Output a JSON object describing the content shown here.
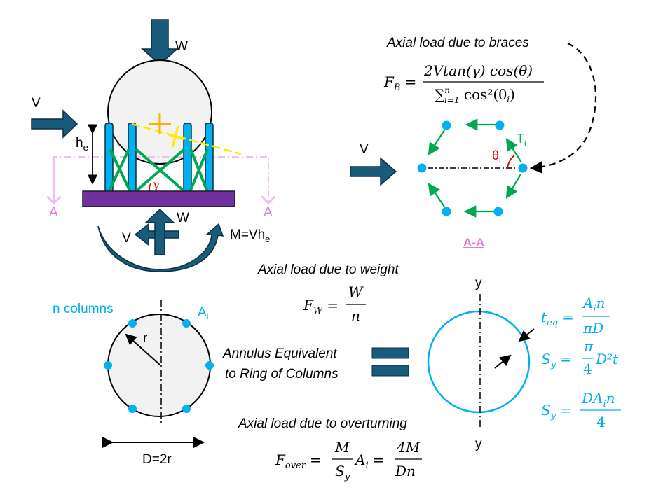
{
  "elevation": {
    "load_w_top": "W",
    "load_v_left": "V",
    "height_label": "h",
    "height_sub": "e",
    "gamma": "γ",
    "section_left": "A",
    "section_right": "A",
    "reaction_w": "W",
    "reaction_v": "V",
    "moment_label": "M=Vh",
    "moment_sub": "e"
  },
  "braces": {
    "caption": "Axial load due to braces",
    "lhs": "F",
    "lhs_sub": "B",
    "eq": "=",
    "numerator": "2Vtan(γ) cos(θ)",
    "den_sum": "∑",
    "den_sup": "n",
    "den_sub": "i=1",
    "den_body": " cos²(θ",
    "den_body_sub": "i",
    "den_close": ")"
  },
  "section_aa": {
    "load_v": "V",
    "theta": "θ",
    "theta_sub": "i",
    "tension": "T",
    "tension_sub": "i",
    "title": "A-A"
  },
  "weight": {
    "caption": "Axial load due to weight",
    "lhs": "F",
    "lhs_sub": "W",
    "eq": "=",
    "numerator": "W",
    "denominator": "n"
  },
  "plan": {
    "n_columns": "n columns",
    "area_label": "A",
    "area_sub": "i",
    "radius": "r",
    "diameter": "D=2r"
  },
  "annulus": {
    "line1": "Annulus Equivalent",
    "line2": "to Ring of Columns",
    "axis_top": "y",
    "axis_bottom": "y",
    "teq_lhs": "t",
    "teq_sub": "eq",
    "teq_num": "A",
    "teq_num_sub": "i",
    "teq_num_rest": "n",
    "teq_den": "πD",
    "sy1_lhs": "S",
    "sy1_sub": "y",
    "sy1_num": "π",
    "sy1_den": "4",
    "sy1_rest": "D²t",
    "sy2_lhs": "S",
    "sy2_sub": "y",
    "sy2_num": "DA",
    "sy2_num_sub": "i",
    "sy2_num_rest": "n",
    "sy2_den": "4"
  },
  "overturning": {
    "caption": "Axial load due to overturning",
    "lhs": "F",
    "lhs_sub": "over",
    "eq1": "=",
    "frac1_num": "M",
    "frac1_den": "S",
    "frac1_den_sub": "y",
    "mult": "A",
    "mult_sub": "i",
    "eq2": "=",
    "frac2_num": "4M",
    "frac2_den": "Dn"
  },
  "colors": {
    "arrow": "#1a5a7a",
    "column": "#00b0f0",
    "base": "#7030a0",
    "brace": "#00a84f",
    "section": "#e07bd6",
    "angle": "#e00000"
  }
}
